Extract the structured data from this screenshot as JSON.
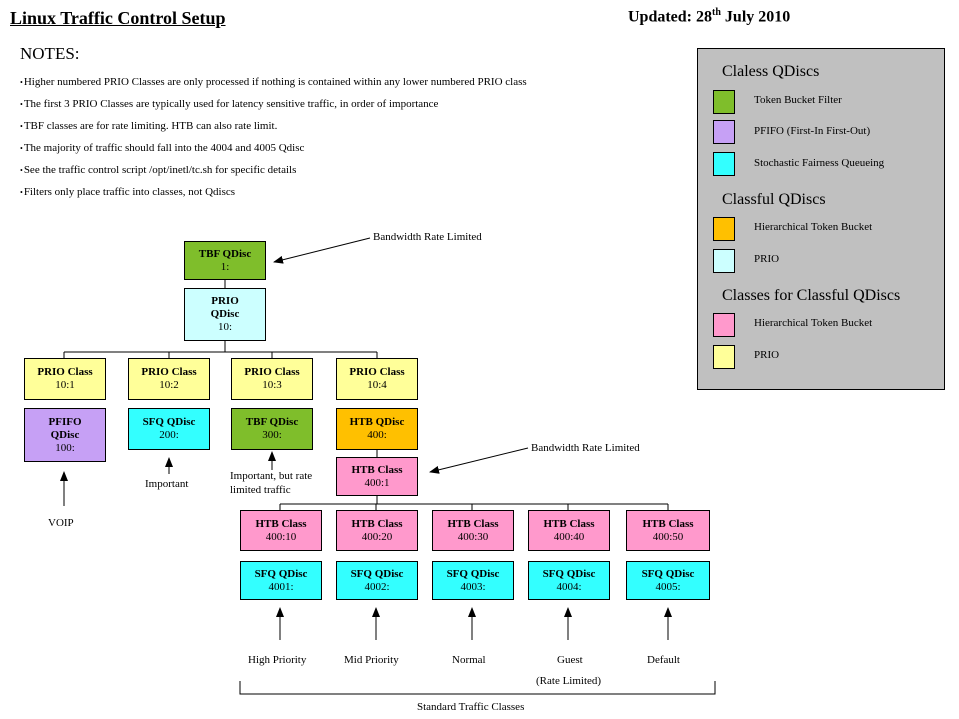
{
  "title": "Linux Traffic Control Setup",
  "updated": {
    "prefix": "Updated: 28",
    "sup": "th",
    "suffix": " July 2010"
  },
  "notes": {
    "heading": "NOTES:",
    "items": [
      "Higher numbered PRIO Classes are only processed if nothing is contained within any lower numbered PRIO class",
      "The first 3 PRIO Classes are typically used for latency sensitive traffic, in order of importance",
      "TBF classes are for rate limiting. HTB can also rate limit.",
      "The majority of traffic should fall into the 4004 and 4005 Qdisc",
      "See the traffic control script /opt/inetl/tc.sh for specific details",
      "Filters only place traffic into classes, not Qdiscs"
    ]
  },
  "colors": {
    "tbf": "#7fbe2b",
    "pfifo": "#c6a0f5",
    "sfq": "#33ffff",
    "htb_qdisc": "#ffc000",
    "prio_qdisc": "#ccffff",
    "htb_class": "#ff99cc",
    "prio_class": "#ffff99"
  },
  "legend": {
    "headings": {
      "classless": "Claless QDiscs",
      "classful": "Classful QDiscs",
      "classes": "Classes for Classful QDiscs"
    },
    "items": {
      "tbf": "Token Bucket Filter",
      "pfifo": "PFIFO (First-In First-Out)",
      "sfq": "Stochastic Fairness Queueing",
      "htb_qdisc": "Hierarchical Token Bucket",
      "prio_qdisc": "PRIO",
      "htb_class": "Hierarchical Token Bucket",
      "prio_class": "PRIO"
    }
  },
  "nodes": {
    "tbf_root": {
      "title": "TBF QDisc",
      "id": "1:"
    },
    "prio_root": {
      "title1": "PRIO",
      "title2": "QDisc",
      "id": "10:"
    },
    "prio_class_1": {
      "title": "PRIO Class",
      "id": "10:1"
    },
    "prio_class_2": {
      "title": "PRIO Class",
      "id": "10:2"
    },
    "prio_class_3": {
      "title": "PRIO Class",
      "id": "10:3"
    },
    "prio_class_4": {
      "title": "PRIO Class",
      "id": "10:4"
    },
    "pfifo_qdisc": {
      "title1": "PFIFO",
      "title2": "QDisc",
      "id": "100:"
    },
    "sfq_200": {
      "title": "SFQ QDisc",
      "id": "200:"
    },
    "tbf_300": {
      "title": "TBF QDisc",
      "id": "300:"
    },
    "htb_400": {
      "title": "HTB QDisc",
      "id": "400:"
    },
    "htb_class_root": {
      "title": "HTB Class",
      "id": "400:1"
    },
    "htb_classes": [
      {
        "title": "HTB Class",
        "id": "400:10"
      },
      {
        "title": "HTB Class",
        "id": "400:20"
      },
      {
        "title": "HTB Class",
        "id": "400:30"
      },
      {
        "title": "HTB Class",
        "id": "400:40"
      },
      {
        "title": "HTB Class",
        "id": "400:50"
      }
    ],
    "sfq_leaves": [
      {
        "title": "SFQ QDisc",
        "id": "4001:"
      },
      {
        "title": "SFQ QDisc",
        "id": "4002:"
      },
      {
        "title": "SFQ QDisc",
        "id": "4003:"
      },
      {
        "title": "SFQ QDisc",
        "id": "4004:"
      },
      {
        "title": "SFQ QDisc",
        "id": "4005:"
      }
    ]
  },
  "labels": {
    "bw_limited_1": "Bandwidth Rate Limited",
    "bw_limited_2": "Bandwidth Rate Limited",
    "voip": "VOIP",
    "important": "Important",
    "important_rate_1": "Important, but rate",
    "important_rate_2": "limited traffic",
    "high": "High Priority",
    "mid": "Mid Priority",
    "normal": "Normal",
    "guest": "Guest",
    "rate_limited": "(Rate Limited)",
    "default": "Default",
    "standard": "Standard Traffic Classes"
  }
}
